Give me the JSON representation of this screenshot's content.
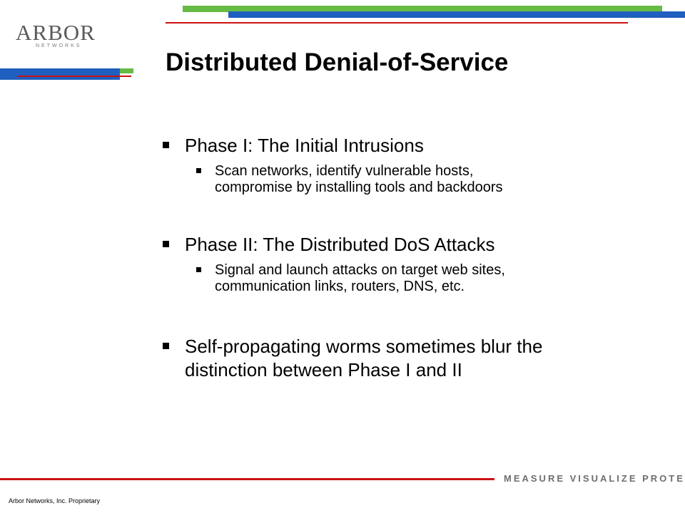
{
  "logo": {
    "word": "ARBOR",
    "sub": "NETWORKS"
  },
  "title": "Distributed Denial-of-Service",
  "bullets": [
    {
      "text": "Phase I:  The Initial Intrusions",
      "sub": [
        {
          "lines": [
            "Scan networks, identify vulnerable hosts,",
            "compromise by installing tools and backdoors"
          ]
        }
      ]
    },
    {
      "text": "Phase II: The Distributed DoS Attacks",
      "sub": [
        {
          "lines": [
            "Signal and launch attacks on target web sites,",
            "communication links, routers, DNS, etc."
          ]
        }
      ]
    },
    {
      "lines": [
        "Self-propagating worms sometimes blur the",
        "distinction between Phase I and II"
      ]
    }
  ],
  "footer": {
    "left": "Arbor Networks, Inc. Proprietary",
    "tagline": "MEASURE VISUALIZE PROTECT"
  },
  "colors": {
    "green": "#66bb44",
    "blue": "#1f5fbf",
    "red": "#cc1111"
  }
}
